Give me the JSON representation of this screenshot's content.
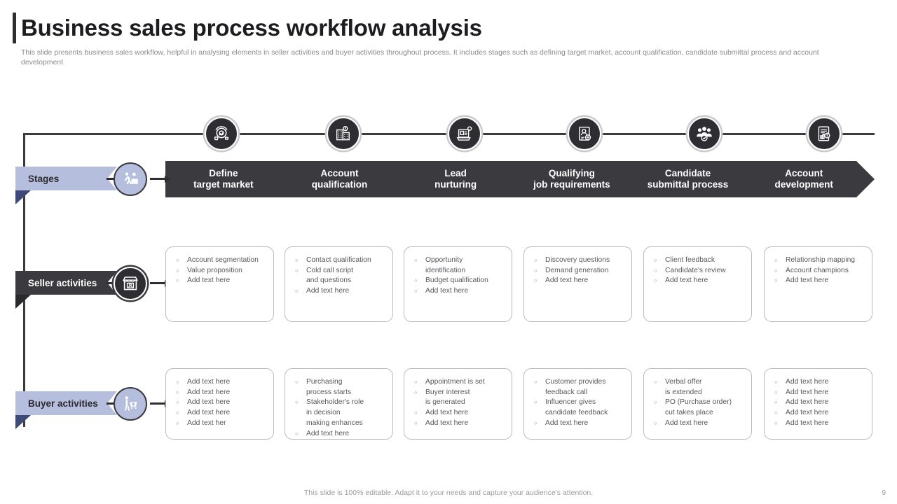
{
  "header": {
    "title": "Business sales process workflow analysis",
    "subtitle": "This slide presents business sales workflow, helpful in analysing elements in seller activities and buyer activities throughout process. It includes stages such as defining target market, account qualification, candidate submittal process and account development"
  },
  "rows": {
    "stages_label": "Stages",
    "seller_label": "Seller activities",
    "buyer_label": "Buyer activities"
  },
  "stages": [
    {
      "line1": "Define",
      "line2": "target market",
      "icon": "target-gear-icon"
    },
    {
      "line1": "Account",
      "line2": "qualification",
      "icon": "building-money-icon"
    },
    {
      "line1": "Lead",
      "line2": "nurturing",
      "icon": "lead-document-icon"
    },
    {
      "line1": "Qualifying",
      "line2": "job requirements",
      "icon": "id-card-gear-icon"
    },
    {
      "line1": "Candidate",
      "line2": "submittal process",
      "icon": "people-group-icon"
    },
    {
      "line1": "Account",
      "line2": "development",
      "icon": "report-chart-icon"
    }
  ],
  "seller_activities": [
    {
      "items": [
        "Account segmentation",
        "Value proposition",
        "Add text here"
      ]
    },
    {
      "items": [
        "Contact qualification",
        "Cold call script",
        "and questions",
        "Add text here"
      ],
      "continuation": [
        false,
        false,
        true,
        false
      ]
    },
    {
      "items": [
        "Opportunity",
        "identification",
        "Budget qualification",
        "Add text here"
      ],
      "continuation": [
        false,
        true,
        false,
        false
      ]
    },
    {
      "items": [
        "Discovery questions",
        "Demand generation",
        "Add text here"
      ]
    },
    {
      "items": [
        "Client feedback",
        "Candidate's review",
        "Add text here"
      ]
    },
    {
      "items": [
        "Relationship mapping",
        "Account champions",
        "Add text here"
      ]
    }
  ],
  "buyer_activities": [
    {
      "items": [
        "Add text here",
        "Add text here",
        "Add text here",
        "Add text here",
        "Add text her"
      ]
    },
    {
      "items": [
        "Purchasing",
        "process starts",
        "Stakeholder's role",
        "in decision",
        "making enhances",
        "Add text here"
      ],
      "continuation": [
        false,
        true,
        false,
        true,
        true,
        false
      ]
    },
    {
      "items": [
        "Appointment is set",
        "Buyer interest",
        "is generated",
        "Add text here",
        "Add text here"
      ],
      "continuation": [
        false,
        false,
        true,
        false,
        false
      ]
    },
    {
      "items": [
        "Customer provides",
        "feedback call",
        "Influencer gives",
        "candidate feedback",
        "Add text here"
      ],
      "continuation": [
        false,
        true,
        false,
        true,
        false
      ]
    },
    {
      "items": [
        "Verbal offer",
        "is extended",
        "PO (Purchase order)",
        "cut takes place",
        "Add text here"
      ],
      "continuation": [
        false,
        true,
        false,
        true,
        false
      ]
    },
    {
      "items": [
        "Add text here",
        "Add text here",
        "Add text here",
        "Add text here",
        "Add text here"
      ]
    }
  ],
  "row_icons": {
    "stages": "person-stairs-icon",
    "seller": "shop-store-icon",
    "buyer": "shopper-cart-icon"
  },
  "footer": {
    "note": "This slide is 100% editable. Adapt it to your needs and capture your audience's attention.",
    "page_number": "9"
  },
  "colors": {
    "dark": "#3b3b3f",
    "lavender": "#b6bedd",
    "navy_shadow": "#3d4a78",
    "card_border": "#b9b9be",
    "body_text": "#58585e"
  }
}
